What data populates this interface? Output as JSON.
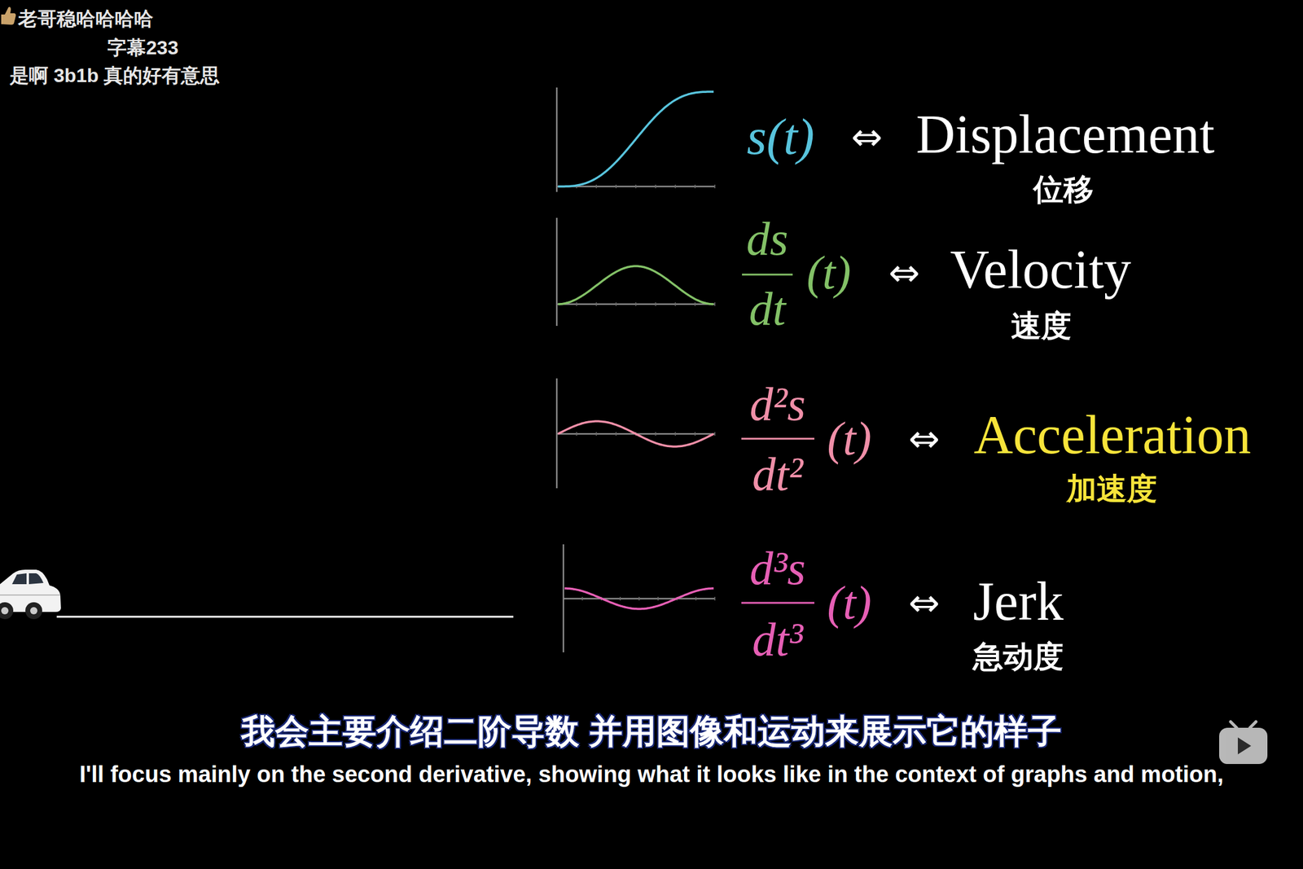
{
  "diagram": {
    "labels": [
      "老哥稳哈哈哈哈",
      "字幕233",
      "是啊 3b1b 真的好有意思",
      "s(t)",
      "⇔",
      "Displacement",
      "位移",
      "ds",
      "dt",
      "(t)",
      "⇔",
      "Velocity",
      "速度",
      "d²s",
      "dt²",
      "(t)",
      "⇔",
      "Acceleration",
      "加速度",
      "d³s",
      "dt³",
      "(t)",
      "⇔",
      "Jerk",
      "急动度",
      "我会主要介绍二阶导数 并用图像和运动来展示它的样子",
      "I'll focus mainly on the second derivative, showing what it looks like in the context of graphs and motion,"
    ]
  }
}
